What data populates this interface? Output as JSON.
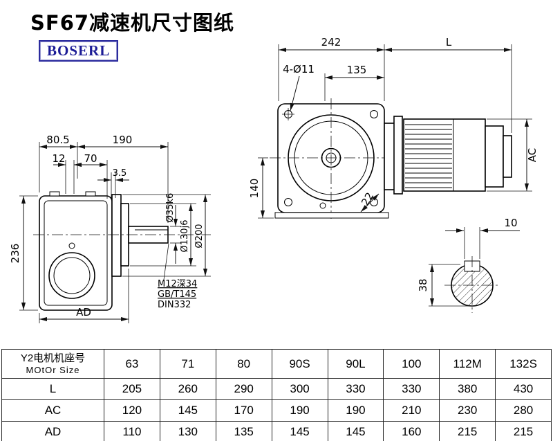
{
  "title": "SF67减速机尺寸图纸",
  "logo": "BOSERL",
  "drawing": {
    "side_view": {
      "dim_80_5": "80.5",
      "dim_190": "190",
      "dim_12": "12",
      "dim_70": "70",
      "dim_3_5": "3.5",
      "dim_236": "236",
      "dim_ad": "AD",
      "label_shaft_dia": "Ø35k6",
      "label_spigot_dia": "Ø130j6",
      "label_flange_dia": "Ø200",
      "note_line1": "M12深34",
      "note_line2": "GB/T145",
      "note_line3": "DIN332"
    },
    "front_view": {
      "dim_242": "242",
      "dim_L": "L",
      "label_holes": "4-Ø11",
      "dim_135": "135",
      "dim_140": "140",
      "dim_22": "22",
      "dim_AC": "AC"
    },
    "shaft_detail": {
      "dim_10": "10",
      "dim_38": "38"
    }
  },
  "table": {
    "header_line1": "Y2电机机座号",
    "header_line2": "MOtOr Size",
    "sizes": [
      "63",
      "71",
      "80",
      "90S",
      "90L",
      "100",
      "112M",
      "132S"
    ],
    "rows": [
      {
        "label": "L",
        "values": [
          "205",
          "260",
          "290",
          "300",
          "330",
          "330",
          "380",
          "430"
        ]
      },
      {
        "label": "AC",
        "values": [
          "120",
          "145",
          "170",
          "190",
          "190",
          "210",
          "230",
          "280"
        ]
      },
      {
        "label": "AD",
        "values": [
          "110",
          "130",
          "135",
          "145",
          "145",
          "160",
          "215",
          "215"
        ]
      }
    ]
  }
}
